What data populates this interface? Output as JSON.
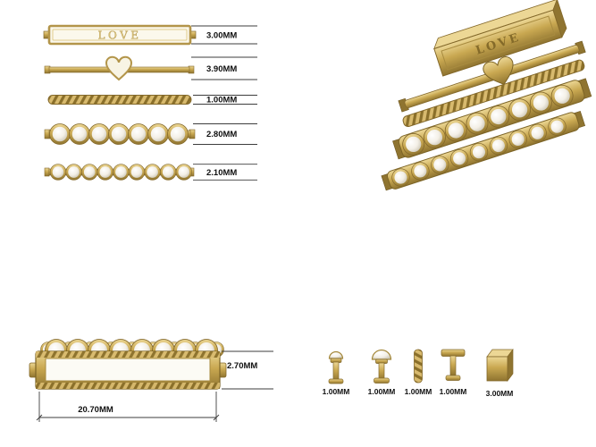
{
  "colors": {
    "gold": "#c9a851",
    "gold_dark": "#8a6f2a",
    "gold_light": "#ecd795",
    "pearl": "#f1ede2",
    "dimension_line": "#3d3d3d",
    "dimension_text": "#101010"
  },
  "side_view": {
    "bars": [
      {
        "id": "love-bar",
        "engraving": "LOVE",
        "dimension": "3.00MM"
      },
      {
        "id": "heart-bar",
        "dimension": "3.90MM"
      },
      {
        "id": "rope-bar",
        "dimension": "1.00MM"
      },
      {
        "id": "large-pearl-bar",
        "dimension": "2.80MM",
        "pearl_count": 7
      },
      {
        "id": "small-pearl-bar",
        "dimension": "2.10MM",
        "pearl_count": 9
      }
    ]
  },
  "perspective_view": {
    "engraving": "LOVE",
    "stack_order": [
      "love-block",
      "heart-bar",
      "rope-bar",
      "large-pearl-bar",
      "small-pearl-bar"
    ]
  },
  "assembled_view": {
    "height_dimension": "2.70MM",
    "width_dimension": "20.70MM"
  },
  "components": [
    {
      "id": "small-pearl-stud",
      "dimension": "1.00MM"
    },
    {
      "id": "large-pearl-stud",
      "dimension": "1.00MM"
    },
    {
      "id": "rope-pin",
      "dimension": "1.00MM"
    },
    {
      "id": "t-bar-pin",
      "dimension": "1.00MM"
    },
    {
      "id": "gold-block",
      "dimension": "3.00MM"
    }
  ]
}
